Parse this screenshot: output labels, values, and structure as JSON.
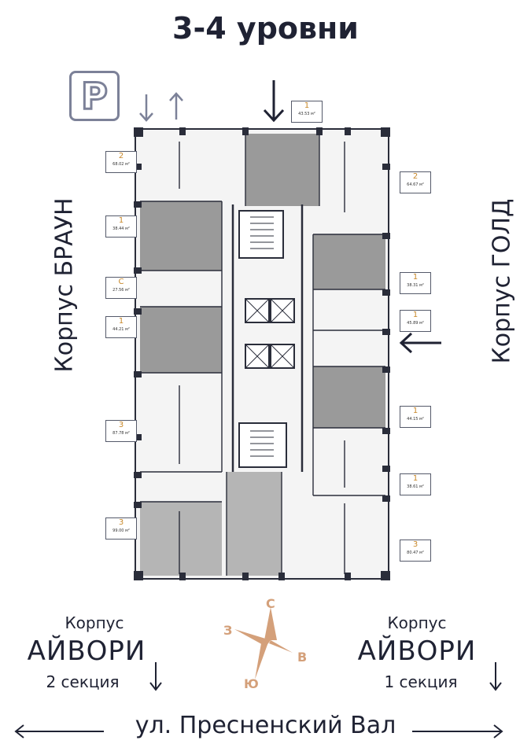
{
  "title": "3-4 уровни",
  "parking_label": "P",
  "left_building": "Корпус БРАУН",
  "right_building": "Корпус ГОЛД",
  "bottom_left": {
    "line1": "Корпус",
    "line2": "АЙВОРИ",
    "line3": "2 секция"
  },
  "bottom_right": {
    "line1": "Корпус",
    "line2": "АЙВОРИ",
    "line3": "1 секция"
  },
  "compass": {
    "n": "С",
    "w": "З",
    "e": "В",
    "s": "Ю"
  },
  "street": "ул. Пресненский Вал",
  "apartments": [
    {
      "id": "top",
      "rooms": "1",
      "area": "43.53 м²"
    },
    {
      "id": "l1",
      "rooms": "2",
      "area": "68.02 м²"
    },
    {
      "id": "l2",
      "rooms": "1",
      "area": "38.44 м²"
    },
    {
      "id": "l3",
      "rooms": "С",
      "area": "27.56 м²"
    },
    {
      "id": "l4",
      "rooms": "1",
      "area": "44.21 м²"
    },
    {
      "id": "l5",
      "rooms": "3",
      "area": "87.78 м²"
    },
    {
      "id": "l6",
      "rooms": "3",
      "area": "99.00 м²"
    },
    {
      "id": "r1",
      "rooms": "2",
      "area": "64.67 м²"
    },
    {
      "id": "r2",
      "rooms": "1",
      "area": "38.31 м²"
    },
    {
      "id": "r3",
      "rooms": "1",
      "area": "45.89 м²"
    },
    {
      "id": "r4",
      "rooms": "1",
      "area": "44.15 м²"
    },
    {
      "id": "r5",
      "rooms": "1",
      "area": "38.61 м²"
    },
    {
      "id": "r6",
      "rooms": "3",
      "area": "80.47 м²"
    }
  ],
  "colors": {
    "text": "#1f2233",
    "accent": "#c8882a",
    "compass": "#d4a07a",
    "plan_line": "#2a2d3a",
    "highlight": "#9a9a9a",
    "arrow_gray": "#7c8198"
  }
}
